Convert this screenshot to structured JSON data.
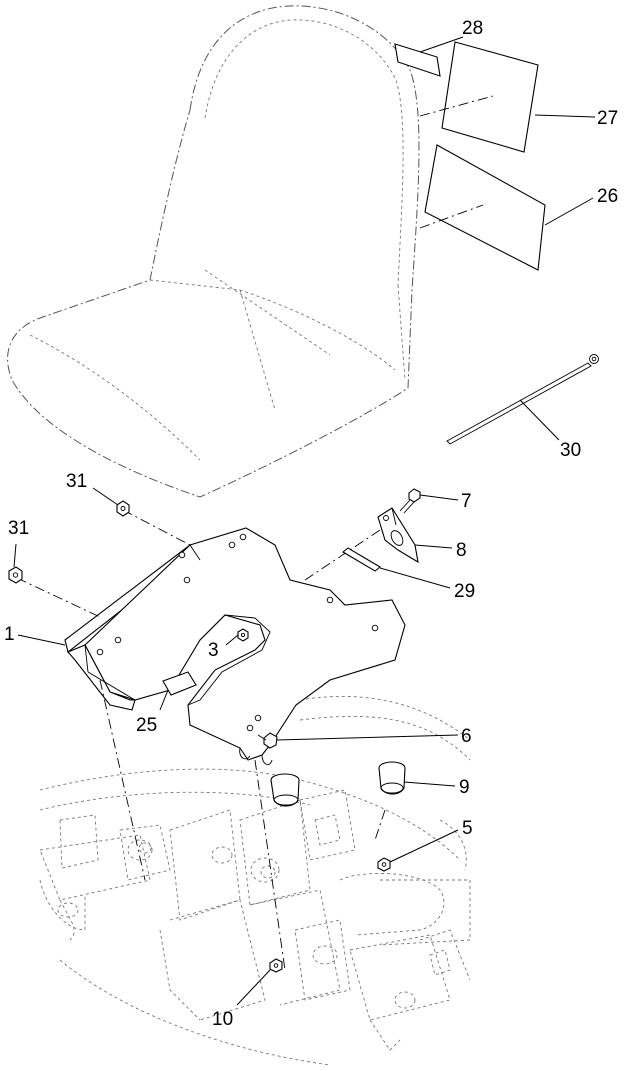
{
  "callouts": [
    {
      "id": "c28",
      "label": "28"
    },
    {
      "id": "c27",
      "label": "27"
    },
    {
      "id": "c26",
      "label": "26"
    },
    {
      "id": "c30",
      "label": "30"
    },
    {
      "id": "c31a",
      "label": "31"
    },
    {
      "id": "c31b",
      "label": "31"
    },
    {
      "id": "c7",
      "label": "7"
    },
    {
      "id": "c8",
      "label": "8"
    },
    {
      "id": "c29",
      "label": "29"
    },
    {
      "id": "c1",
      "label": "1"
    },
    {
      "id": "c3",
      "label": "3"
    },
    {
      "id": "c25",
      "label": "25"
    },
    {
      "id": "c6",
      "label": "6"
    },
    {
      "id": "c9",
      "label": "9"
    },
    {
      "id": "c5",
      "label": "5"
    },
    {
      "id": "c10",
      "label": "10"
    }
  ]
}
